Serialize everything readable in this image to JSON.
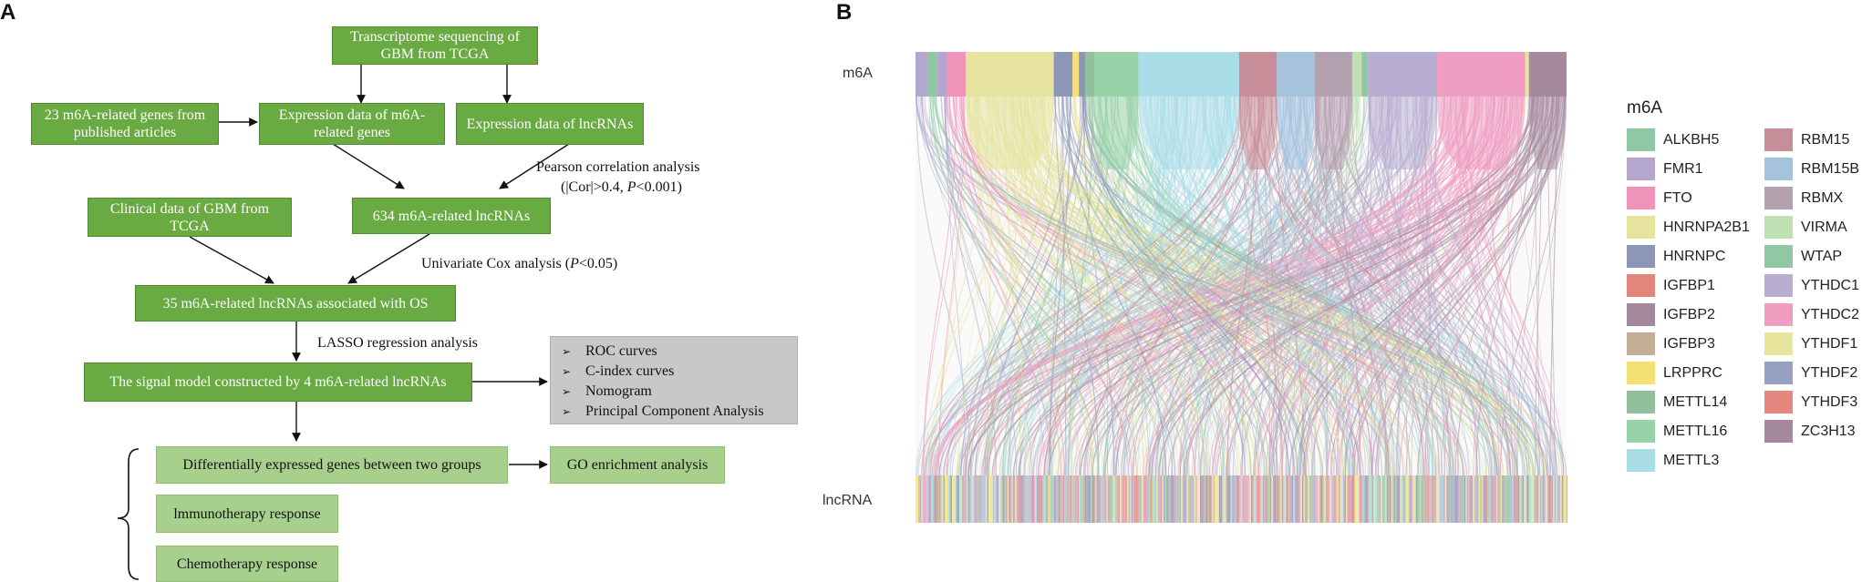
{
  "panel_a": {
    "label": "A",
    "boxes": {
      "transcriptome": "Transcriptome sequencing of GBM from TCGA",
      "genes23": "23 m6A-related genes from published articles",
      "expr_m6a": "Expression data of m6A-related genes",
      "expr_lnc": "Expression data of lncRNAs",
      "clinical": "Clinical data of GBM from TCGA",
      "lnc634": "634 m6A-related lncRNAs",
      "lnc35": "35 m6A-related lncRNAs associated with OS",
      "model": "The signal model constructed by 4 m6A-related lncRNAs",
      "deg": "Differentially expressed genes between two groups",
      "go": "GO enrichment analysis",
      "immuno": "lmmunotherapy response",
      "chemo": "Chemotherapy response"
    },
    "notes": {
      "pearson_1": "Pearson correlation analysis",
      "pearson_2a": "(|Cor|>0.4,  ",
      "pearson_2p": "P",
      "pearson_2b": "<0.001)",
      "cox_a": "Univariate Cox analysis (",
      "cox_p": "P",
      "cox_b": "<0.05)",
      "lasso": "LASSO regression analysis"
    },
    "evaluation": {
      "marker": "➢",
      "items": [
        "ROC curves",
        "C-index curves",
        "Nomogram",
        "Principal Component Analysis"
      ]
    }
  },
  "panel_b": {
    "label": "B",
    "top_axis_label": "m6A",
    "bottom_axis_label": "lncRNA",
    "legend": {
      "title": "m6A",
      "items": [
        {
          "name": "ALKBH5",
          "color": "#8fc9a4"
        },
        {
          "name": "FMR1",
          "color": "#b3a7cf"
        },
        {
          "name": "FTO",
          "color": "#ef94b8"
        },
        {
          "name": "HNRNPA2B1",
          "color": "#e6e39f"
        },
        {
          "name": "HNRNPC",
          "color": "#8e96b8"
        },
        {
          "name": "IGFBP1",
          "color": "#e2867c"
        },
        {
          "name": "IGFBP2",
          "color": "#a4879d"
        },
        {
          "name": "IGFBP3",
          "color": "#c5ae95"
        },
        {
          "name": "LRPPRC",
          "color": "#f5e173"
        },
        {
          "name": "METTL14",
          "color": "#90c09c"
        },
        {
          "name": "METTL16",
          "color": "#97d2a8"
        },
        {
          "name": "METTL3",
          "color": "#a9dde8"
        },
        {
          "name": "RBM15",
          "color": "#c78d98"
        },
        {
          "name": "RBM15B",
          "color": "#a6c3de"
        },
        {
          "name": "RBMX",
          "color": "#b4a1b0"
        },
        {
          "name": "VIRMA",
          "color": "#bfe0b2"
        },
        {
          "name": "WTAP",
          "color": "#8fc8a2"
        },
        {
          "name": "YTHDC1",
          "color": "#b8aed2"
        },
        {
          "name": "YTHDC2",
          "color": "#ef9dc1"
        },
        {
          "name": "YTHDF1",
          "color": "#e7e49c"
        },
        {
          "name": "YTHDF2",
          "color": "#96a0c2"
        },
        {
          "name": "YTHDF3",
          "color": "#e5877e"
        },
        {
          "name": "ZC3H13",
          "color": "#a58a9f"
        }
      ]
    },
    "top_segments": [
      {
        "gene": "FMR1",
        "weight": 2
      },
      {
        "gene": "ALKBH5",
        "weight": 1.5
      },
      {
        "gene": "FMR1",
        "weight": 1.5
      },
      {
        "gene": "FTO",
        "weight": 3
      },
      {
        "gene": "HNRNPA2B1",
        "weight": 14
      },
      {
        "gene": "HNRNPC",
        "weight": 3
      },
      {
        "gene": "LRPPRC",
        "weight": 1
      },
      {
        "gene": "HNRNPC",
        "weight": 1
      },
      {
        "gene": "METTL14",
        "weight": 1.5
      },
      {
        "gene": "METTL16",
        "weight": 7
      },
      {
        "gene": "METTL3",
        "weight": 16
      },
      {
        "gene": "RBM15",
        "weight": 6
      },
      {
        "gene": "RBM15B",
        "weight": 6
      },
      {
        "gene": "RBMX",
        "weight": 6
      },
      {
        "gene": "VIRMA",
        "weight": 1.5
      },
      {
        "gene": "WTAP",
        "weight": 1
      },
      {
        "gene": "YTHDC1",
        "weight": 11
      },
      {
        "gene": "YTHDC2",
        "weight": 14
      },
      {
        "gene": "YTHDF1",
        "weight": 0.6
      },
      {
        "gene": "ZC3H13",
        "weight": 6
      }
    ]
  }
}
